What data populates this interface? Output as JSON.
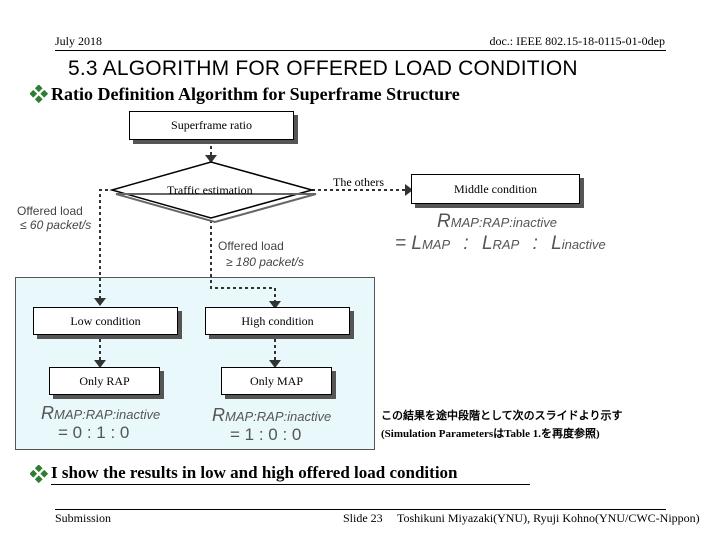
{
  "header": {
    "date": "July 2018",
    "doc": "doc.: IEEE 802.15-18-0115-01-0dep"
  },
  "title": "5.3   ALGORITHM FOR OFFERED LOAD CONDITION",
  "subtitle": "Ratio Definition Algorithm for Superframe Structure",
  "flow": {
    "start_box": "Superframe ratio",
    "decision": "Traffic estimation",
    "others_label": "The others",
    "middle_box": "Middle condition",
    "middle_formula_top": "R",
    "middle_formula_top_sub": "MAP:RAP:inactive",
    "middle_formula_eq": "= L",
    "middle_formula_l1": "MAP",
    "middle_formula_colon": ":",
    "middle_formula_l2pre": "L",
    "middle_formula_l2": "RAP",
    "middle_formula_l3pre": "L",
    "middle_formula_l3": "inactive",
    "low_offered": "Offered load",
    "low_threshold": "≤ 60 packet/s",
    "high_offered": "Offered load",
    "high_threshold": "≥ 180 packet/s",
    "low_box": "Low condition",
    "high_box": "High condition",
    "only_rap": "Only RAP",
    "only_map": "Only MAP",
    "low_formula_r": "R",
    "low_formula_sub": "MAP:RAP:inactive",
    "low_formula_values": "= 0  :  1  :  0",
    "high_formula_r": "R",
    "high_formula_sub": "MAP:RAP:inactive",
    "high_formula_values": "= 1  :  0  :  0",
    "note_line1": "この結果を途中段階として次のスライドより示す",
    "note_line2": "(Simulation ParametersはTable 1.を再度参照)"
  },
  "bottom_text": "I show the results in low and high offered load condition",
  "footer": {
    "left": "Submission",
    "slide": "Slide 23",
    "author": "Toshikuni Miyazaki(YNU), Ryuji Kohno(YNU/CWC-Nippon)"
  },
  "colors": {
    "accent_bullet": "#2e7d32",
    "panel_fill": "#e8f8fb"
  }
}
